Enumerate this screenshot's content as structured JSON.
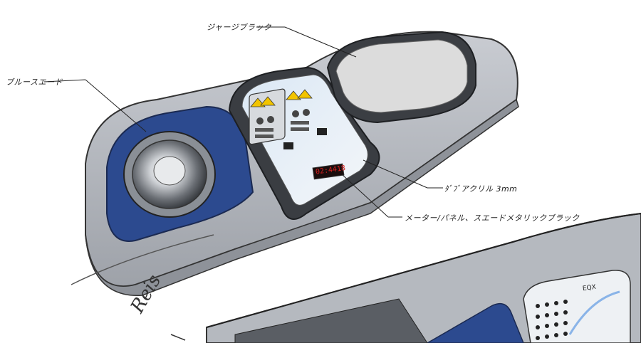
{
  "annotations": {
    "jersey": "ジャージブラック",
    "blue_suede": "ブルースエード",
    "acrylic": "ﾀﾞﾌﾞアクリル 3mm",
    "meter_panel": "メーター/パネル、スエードメタリックブラック"
  },
  "screen": {
    "readout": "02:4418",
    "eq_label": "EQX"
  },
  "signature": "Reis",
  "colors": {
    "suede_blue": "#2c4a8f",
    "panel_gray": "#b9bcc2",
    "jersey_gray": "#d8d8d8",
    "display_red": "#d92020",
    "warning_yellow": "#f2c400"
  }
}
